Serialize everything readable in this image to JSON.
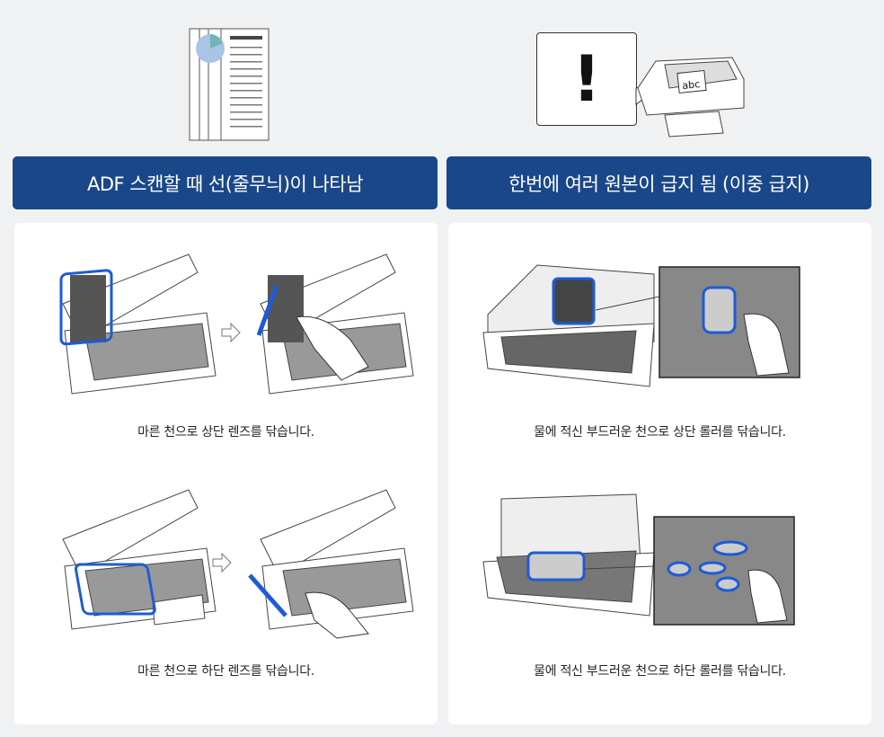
{
  "left": {
    "header": "ADF 스캔할 때 선(줄무늬)이 나타남",
    "steps": [
      {
        "caption": "마른 천으로 상단 렌즈를 닦습니다."
      },
      {
        "caption": "마른 천으로 하단 렌즈를 닦습니다."
      }
    ]
  },
  "right": {
    "header": "한번에 여러 원본이 급지 됨 (이중 급지)",
    "warning_symbol": "!",
    "paper_label": "abc",
    "steps": [
      {
        "caption": "물에 적신 부드러운 천으로 상단 롤러를 닦습니다."
      },
      {
        "caption": "물에 적신 부드러운 천으로 하단 롤러를 닦습니다."
      }
    ]
  },
  "colors": {
    "header_bg": "#1a4789",
    "highlight": "#1e5bd6"
  }
}
